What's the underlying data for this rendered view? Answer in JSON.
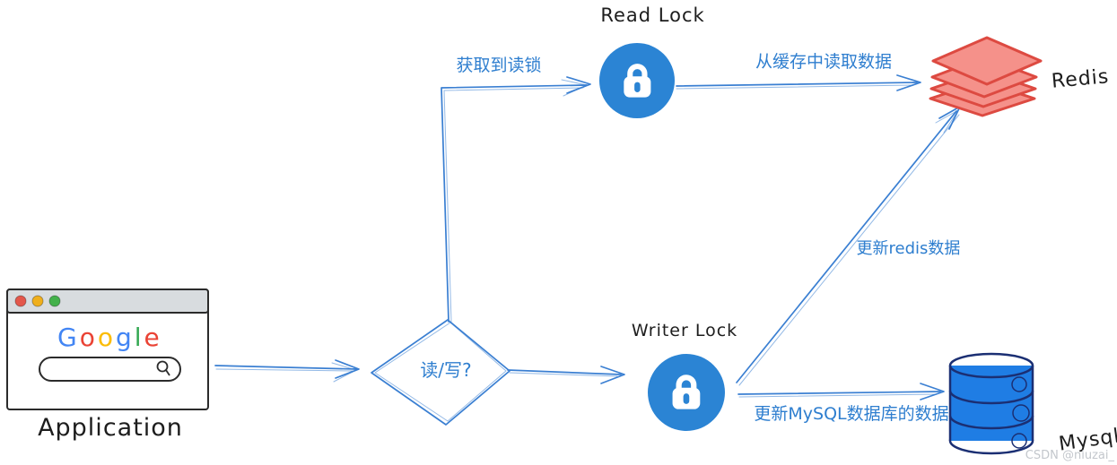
{
  "colors": {
    "c-arrow": "#3a7fd2",
    "c-label-blue": "#2e7ecf",
    "c-ink": "#1d1d1d",
    "c-lock": "#2b84d4",
    "c-redis-fill": "#f5918a",
    "c-redis-stroke": "#dd4a41",
    "c-mysql-fill": "#1f7de4",
    "c-mysql-stroke": "#1b2f73",
    "c-titlebar": "#d8dcdf",
    "c-window-stroke": "#2b2b2b",
    "c-dot-red": "#e3574b",
    "c-dot-yellow": "#efaf1c",
    "c-dot-green": "#43b14b",
    "c-watermark": "#c3c7cc"
  },
  "nodes": {
    "application": {
      "label": "Application",
      "icon": "browser-window-icon",
      "logo_letters": [
        {
          "ch": "G",
          "color": "#4285F4"
        },
        {
          "ch": "o",
          "color": "#EA4335"
        },
        {
          "ch": "o",
          "color": "#FBBC05"
        },
        {
          "ch": "g",
          "color": "#4285F4"
        },
        {
          "ch": "l",
          "color": "#34A853"
        },
        {
          "ch": "e",
          "color": "#EA4335"
        }
      ],
      "search_icon": "magnifier-icon"
    },
    "decision": {
      "label": "读/写?"
    },
    "read_lock": {
      "label": "Read Lock",
      "icon": "lock-icon"
    },
    "writer_lock": {
      "label": "Writer Lock",
      "icon": "lock-icon"
    },
    "redis": {
      "label": "Redis",
      "icon": "layers-stack-icon"
    },
    "mysql": {
      "label": "Mysql",
      "icon": "database-cylinder-icon"
    }
  },
  "edges": {
    "acquire_read_lock": {
      "label": "获取到读锁"
    },
    "read_from_cache": {
      "label": "从缓存中读取数据"
    },
    "update_redis": {
      "label": "更新redis数据"
    },
    "update_mysql": {
      "label": "更新MySQL数据库的数据"
    }
  },
  "watermark": "CSDN @niuzai_"
}
